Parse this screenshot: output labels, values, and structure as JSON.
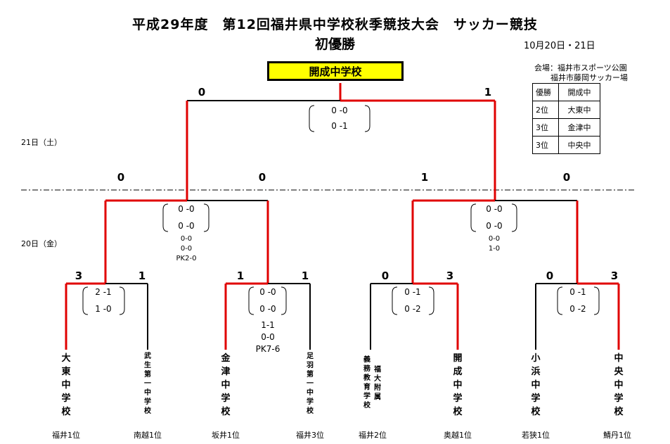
{
  "title": "平成29年度　第12回福井県中学校秋季競技大会　サッカー競技",
  "subtitle": "初優勝",
  "dates": "10月20日・21日",
  "champion": "開成中学校",
  "venue": {
    "line1": "会場：福井市スポーツ公園",
    "line2": "福井市藤岡サッカー場"
  },
  "results": [
    {
      "rank": "優勝",
      "team": "開成中"
    },
    {
      "rank": "2位",
      "team": "大東中"
    },
    {
      "rank": "3位",
      "team": "金津中"
    },
    {
      "rank": "3位",
      "team": "中央中"
    }
  ],
  "day21": "21日（土）",
  "day20": "20日（金）",
  "final": {
    "left_score": "0",
    "right_score": "1",
    "half1": "0 -0",
    "half2": "0 -1"
  },
  "semis": [
    {
      "top_left": "0",
      "top_right": "0",
      "half1": "0 -0",
      "half2": "0 -0",
      "extra": [
        "0-0",
        "0-0",
        "PK2-0"
      ]
    },
    {
      "top_left": "1",
      "top_right": "0",
      "half1": "0 -0",
      "half2": "0 -0",
      "extra": [
        "0-0",
        "1-0"
      ]
    }
  ],
  "quarters": [
    {
      "left_score": "3",
      "right_score": "1",
      "half1": "2 -1",
      "half2": "1 -0",
      "extra": []
    },
    {
      "left_score": "1",
      "right_score": "1",
      "half1": "0 -0",
      "half2": "0 -0",
      "extra": [
        "1-1",
        "0-0",
        "PK7-6"
      ]
    },
    {
      "left_score": "0",
      "right_score": "3",
      "half1": "0 -1",
      "half2": "0 -2",
      "extra": []
    },
    {
      "left_score": "0",
      "right_score": "3",
      "half1": "0 -1",
      "half2": "0 -2",
      "extra": []
    }
  ],
  "teams": [
    {
      "name": [
        "大",
        "東",
        "中",
        "学",
        "校"
      ],
      "pref": "福井1位"
    },
    {
      "name": [
        "武",
        "生",
        "第",
        "一",
        "中",
        "学",
        "校"
      ],
      "pref": "南越1位"
    },
    {
      "name": [
        "金",
        "津",
        "中",
        "学",
        "校"
      ],
      "pref": "坂井1位"
    },
    {
      "name": [
        "足",
        "羽",
        "第",
        "一",
        "中",
        "学",
        "校"
      ],
      "pref": "福井3位"
    },
    {
      "name_col1": [
        "福",
        "大",
        "附",
        "属"
      ],
      "name_col2": [
        "義",
        "務",
        "教",
        "育",
        "学",
        "校"
      ],
      "pref": "福井2位"
    },
    {
      "name": [
        "開",
        "成",
        "中",
        "学",
        "校"
      ],
      "pref": "奥越1位"
    },
    {
      "name": [
        "小",
        "浜",
        "中",
        "学",
        "校"
      ],
      "pref": "若狭1位"
    },
    {
      "name": [
        "中",
        "央",
        "中",
        "学",
        "校"
      ],
      "pref": "鯖丹1位"
    }
  ],
  "colors": {
    "winner_line": "#e00000",
    "loser_line": "#000000",
    "champion_bg": "#ffff00"
  }
}
